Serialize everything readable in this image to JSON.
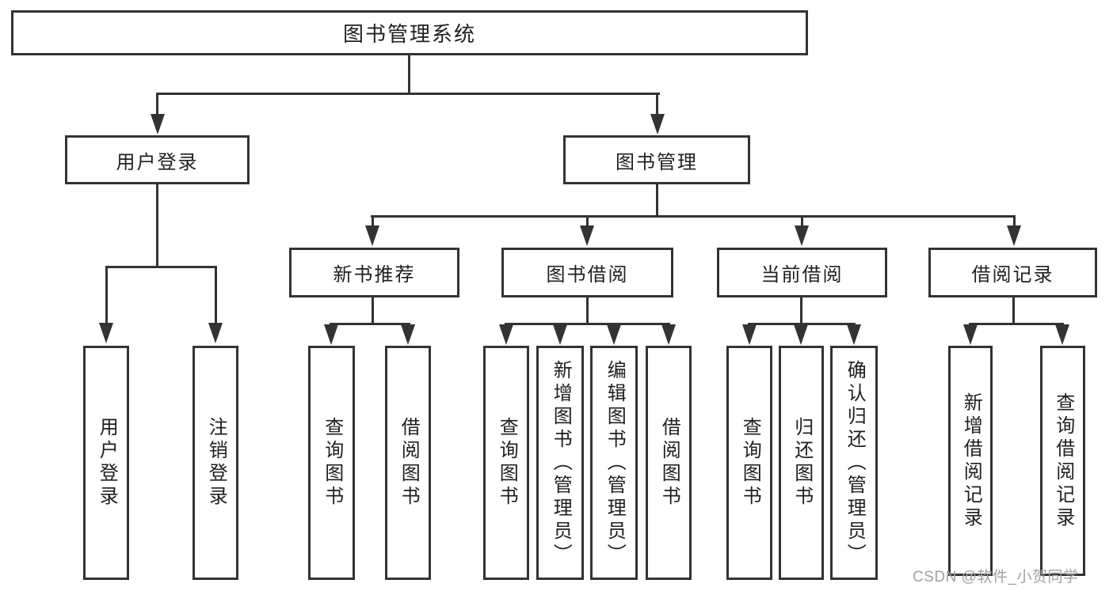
{
  "diagram": {
    "root": {
      "label": "图书管理系统"
    },
    "level2": {
      "user_login": {
        "label": "用户登录"
      },
      "book_mgmt": {
        "label": "图书管理"
      }
    },
    "level3": {
      "new_books": {
        "label": "新书推荐"
      },
      "book_borrow": {
        "label": "图书借阅"
      },
      "current_borrow": {
        "label": "当前借阅"
      },
      "borrow_records": {
        "label": "借阅记录"
      }
    },
    "leaves": {
      "login": {
        "label": "用户登录"
      },
      "logout": {
        "label": "注销登录"
      },
      "nb_query": {
        "label": "查询图书"
      },
      "nb_borrow": {
        "label": "借阅图书"
      },
      "bb_query": {
        "label": "查询图书"
      },
      "bb_add": {
        "label": "新增图书（管理员）"
      },
      "bb_edit": {
        "label": "编辑图书（管理员）"
      },
      "bb_borrow": {
        "label": "借阅图书"
      },
      "cb_query": {
        "label": "查询图书"
      },
      "cb_return": {
        "label": "归还图书"
      },
      "cb_confirm": {
        "label": "确认归还（管理员）"
      },
      "rec_add": {
        "label": "新增借阅记录"
      },
      "rec_query": {
        "label": "查询借阅记录"
      }
    },
    "watermark": "CSDN @软件_小贺同学",
    "colors": {
      "line": "#333333",
      "box_border": "#333333",
      "text": "#1f1f1f",
      "watermark": "#a0a0a0",
      "background": "#ffffff"
    }
  }
}
